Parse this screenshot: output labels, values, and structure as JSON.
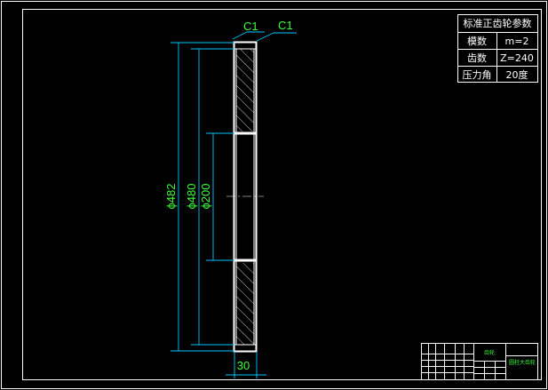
{
  "drawing": {
    "dimensions": {
      "d482": "ϕ482",
      "d480": "ϕ480",
      "d200": "ϕ200",
      "width": "30",
      "chamfer_left": "C1",
      "chamfer_right": "C1"
    }
  },
  "gear_params_table": {
    "title": "标准正齿轮参数",
    "rows": [
      {
        "label": "模数",
        "value": "m=2"
      },
      {
        "label": "齿数",
        "value": "Z=240"
      },
      {
        "label": "压力角",
        "value": "20度"
      }
    ]
  },
  "title_block": {
    "part_name": "齿轮",
    "drawing_name": "圆柱大齿轮"
  },
  "colors": {
    "outline": "#ffffff",
    "dimension": "#00c8ff",
    "dimension_text": "#3cff3c",
    "background": "#000000"
  }
}
